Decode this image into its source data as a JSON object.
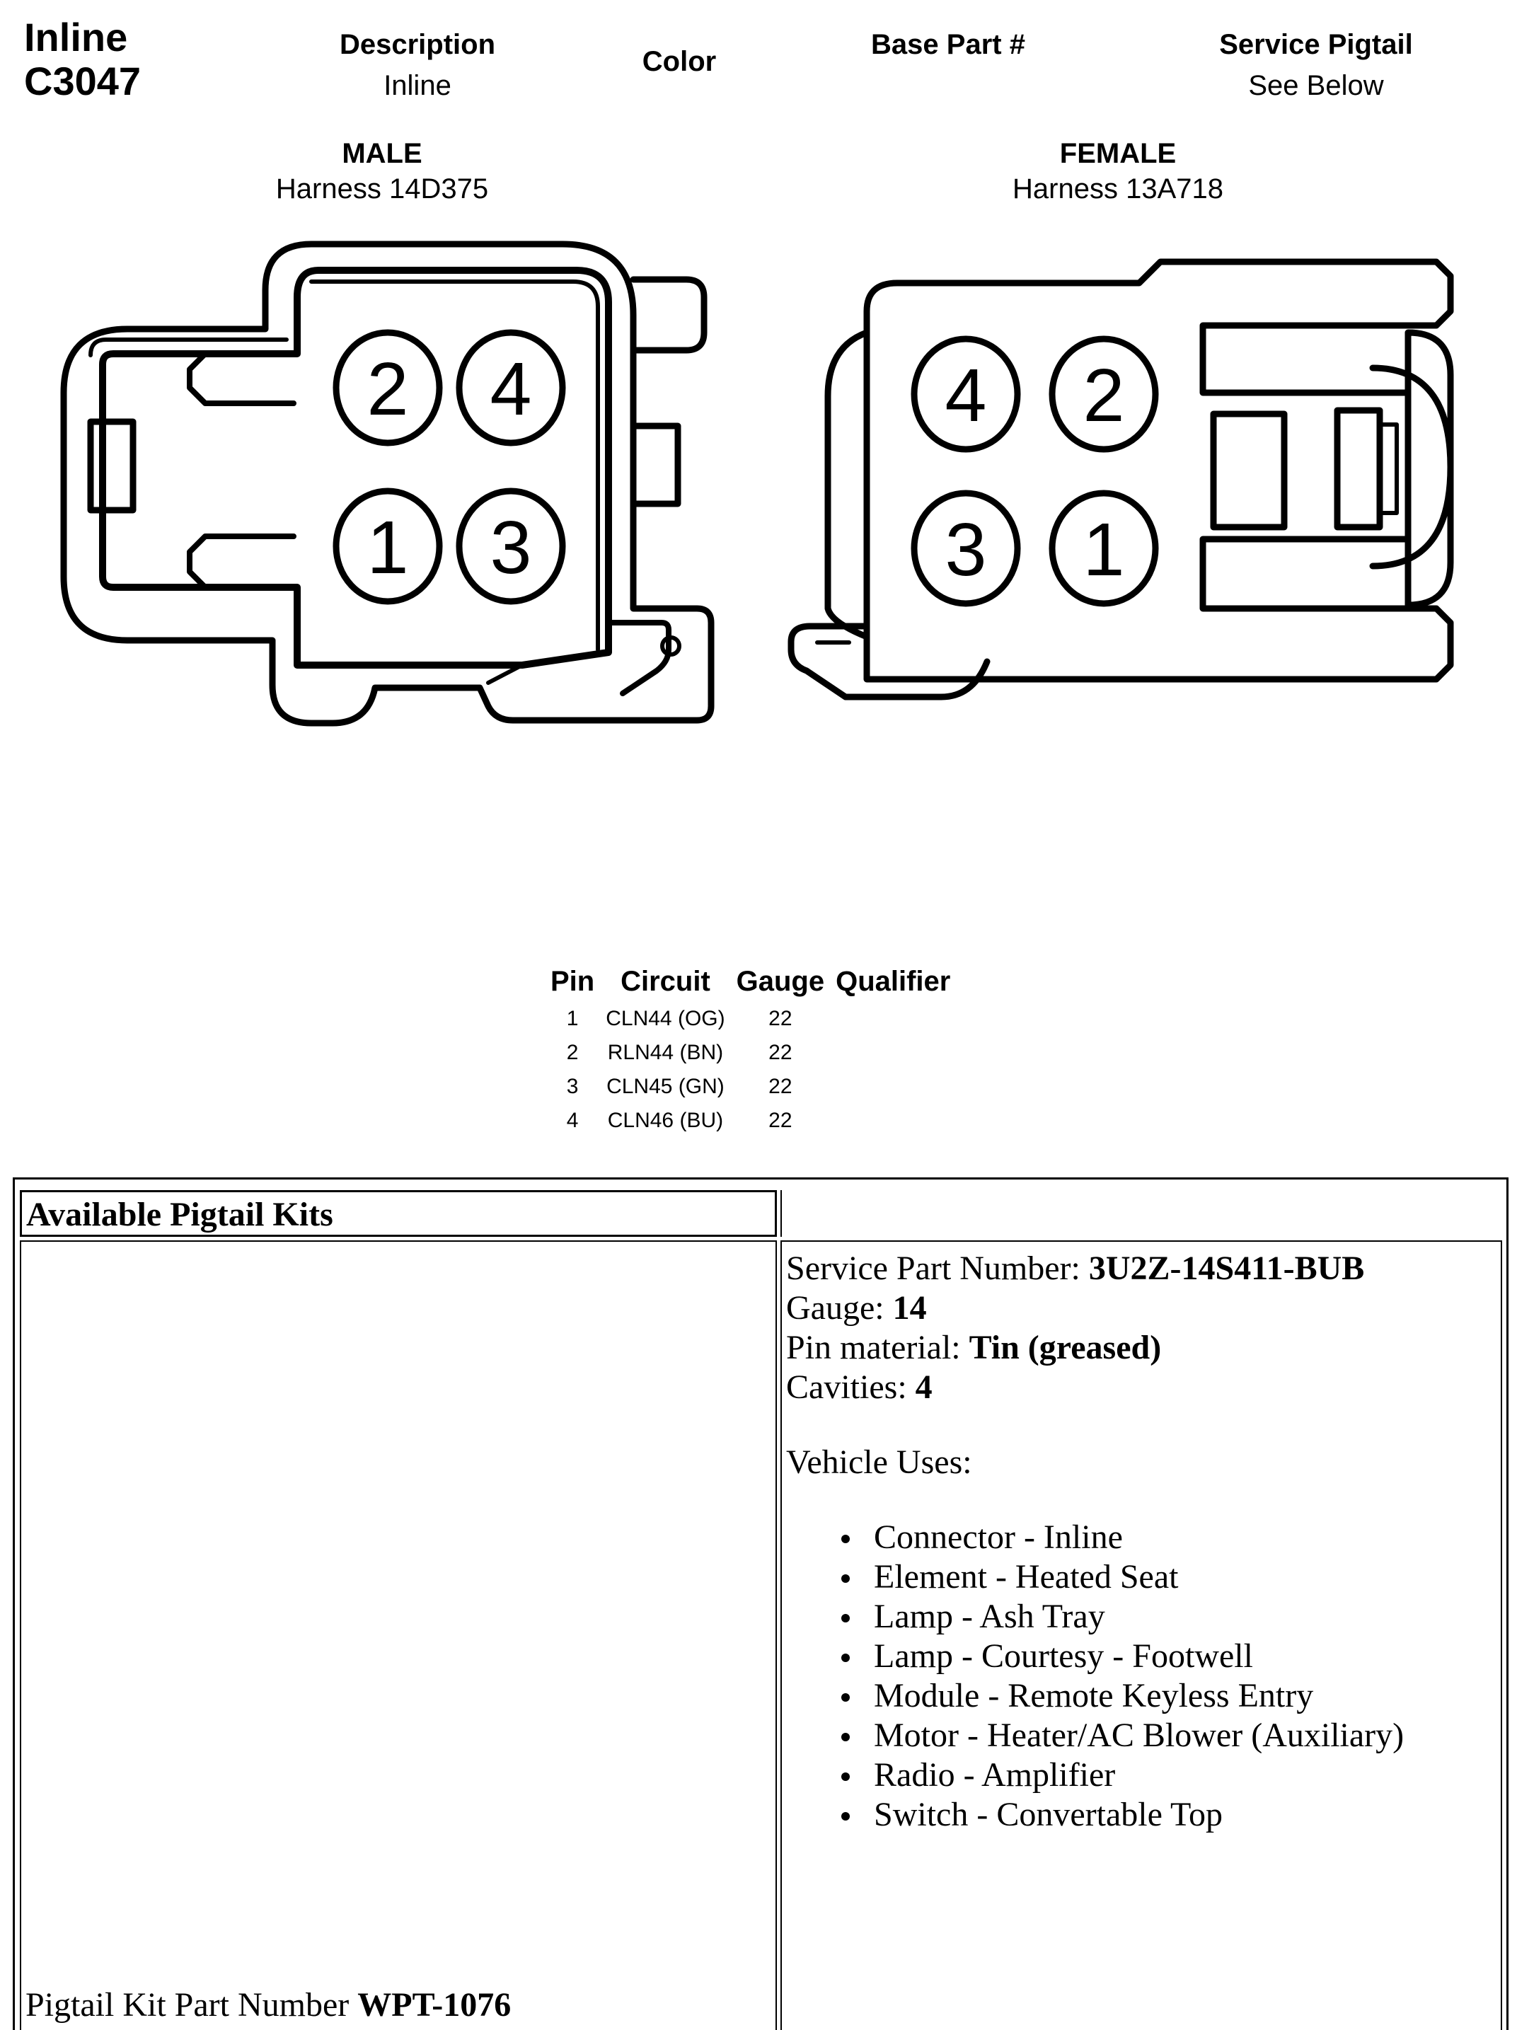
{
  "header": {
    "conn_type": "Inline",
    "conn_id": "C3047",
    "description_label": "Description",
    "description_value": "Inline",
    "color_label": "Color",
    "base_part_label": "Base Part #",
    "service_pigtail_label": "Service Pigtail",
    "service_pigtail_value": "See Below"
  },
  "male": {
    "title": "MALE",
    "harness": "Harness  14D375",
    "pins": [
      "2",
      "4",
      "1",
      "3"
    ]
  },
  "female": {
    "title": "FEMALE",
    "harness": "Harness  13A718",
    "pins": [
      "4",
      "2",
      "3",
      "1"
    ]
  },
  "pin_table": {
    "headers": [
      "Pin",
      "Circuit",
      "Gauge",
      "Qualifier"
    ],
    "rows": [
      {
        "pin": "1",
        "circuit": "CLN44 (OG)",
        "gauge": "22",
        "qualifier": ""
      },
      {
        "pin": "2",
        "circuit": "RLN44 (BN)",
        "gauge": "22",
        "qualifier": ""
      },
      {
        "pin": "3",
        "circuit": "CLN45 (GN)",
        "gauge": "22",
        "qualifier": ""
      },
      {
        "pin": "4",
        "circuit": "CLN46 (BU)",
        "gauge": "22",
        "qualifier": ""
      }
    ]
  },
  "kits": {
    "title": "Available Pigtail Kits",
    "service_part_label": "Service Part Number: ",
    "service_part_value": "3U2Z-14S411-BUB",
    "gauge_label": "Gauge: ",
    "gauge_value": "14",
    "pin_material_label": "Pin material: ",
    "pin_material_value": "Tin (greased)",
    "cavities_label": "Cavities: ",
    "cavities_value": "4",
    "vehicle_uses_label": "Vehicle Uses:",
    "vehicle_uses": [
      "Connector - Inline",
      "Element - Heated Seat",
      "Lamp - Ash Tray",
      "Lamp - Courtesy - Footwell",
      "Module - Remote Keyless Entry",
      "Motor - Heater/AC Blower (Auxiliary)",
      "Radio - Amplifier",
      "Switch - Convertable Top"
    ],
    "pigtail_kit_label": "Pigtail Kit Part Number ",
    "pigtail_kit_value": "WPT-1076"
  }
}
